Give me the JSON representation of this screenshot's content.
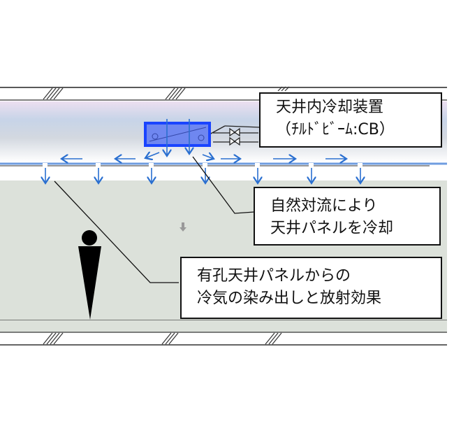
{
  "labels": {
    "ceiling_cooling_unit": {
      "line1": "天井内冷却装置",
      "line2": "（ﾁﾙﾄﾞﾋﾞｰﾑ:CB）"
    },
    "natural_convection": {
      "line1": "自然対流により",
      "line2": "天井パネルを冷却"
    },
    "perforated_panel": {
      "line1": "有孔天井パネルからの",
      "line2": "冷気の染み出しと放射効果"
    }
  },
  "colors": {
    "airflow_arrow": "#2a6fd0",
    "chilled_beam_fill": "#6f87f0",
    "chilled_beam_border": "#1a44ff",
    "room_fill": "#dce1da",
    "ceiling_line": "#6f9de0"
  }
}
